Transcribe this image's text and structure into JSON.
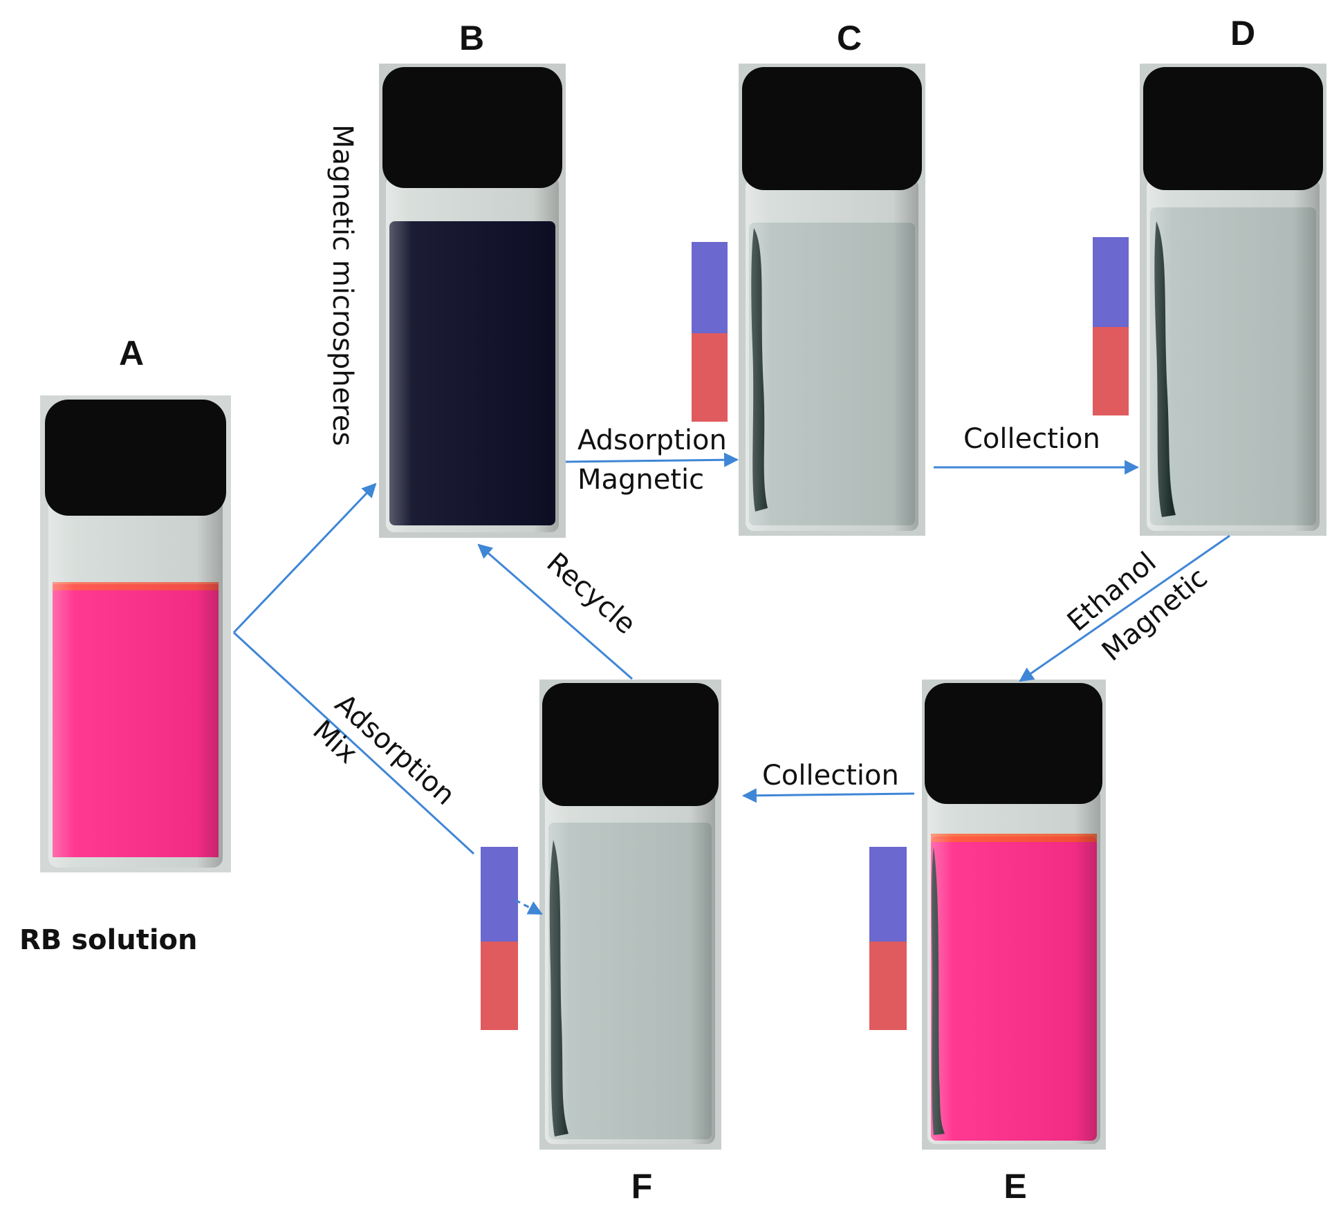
{
  "colors": {
    "arrow": "#3f86d6",
    "cap": "#0b0b0b",
    "rb_solution": "#ff2e8c",
    "microsphere_suspension": "#10112a",
    "clear_solution": "#b9c5c2",
    "glass": "#d6dcd9",
    "magnet_north": "#6b68cf",
    "magnet_south": "#e05b5e",
    "deposit": "#0d1f1c"
  },
  "panels": {
    "A": {
      "letter": "A",
      "caption": "RB solution",
      "contents": "rb_solution"
    },
    "B": {
      "letter": "B",
      "side_label": "Magnetic microspheres",
      "contents": "microsphere_suspension"
    },
    "C": {
      "letter": "C",
      "contents": "clear_solution",
      "magnet": true
    },
    "D": {
      "letter": "D",
      "contents": "clear_solution",
      "magnet": true
    },
    "E": {
      "letter": "E",
      "contents": "rb_solution",
      "magnet": true
    },
    "F": {
      "letter": "F",
      "contents": "clear_solution",
      "magnet": true
    }
  },
  "steps": {
    "b_to_c": {
      "line1": "Adsorption",
      "line2": "Magnetic"
    },
    "c_to_d": {
      "line1": "Collection"
    },
    "d_to_e": {
      "line1": "Ethanol",
      "line2": "Magnetic"
    },
    "e_to_f": {
      "line1": "Collection"
    },
    "f_to_b": {
      "line1": "Recycle"
    },
    "a_to_f": {
      "line1": "Adsorption",
      "line2": "Mix"
    }
  }
}
